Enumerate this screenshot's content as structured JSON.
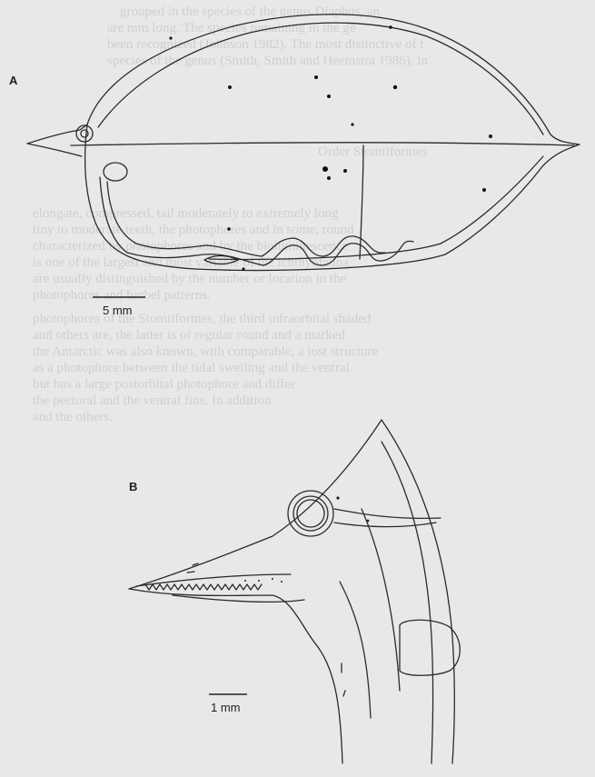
{
  "figure": {
    "panels": [
      {
        "label": "A",
        "scale_bar": "5 mm"
      },
      {
        "label": "B",
        "scale_bar": "1 mm"
      }
    ],
    "show_through_text": [
      "grouped in the species of the genus Diaphus, an",
      "are mm long. The species remaining in the ge",
      "been recognized (Johnson 1982). The most distinctive of t",
      "species of the genus (Smith, Smith and Heemstra 1986), in",
      "Order Stomiiformes",
      "elongate, compressed, tail moderately to extremely long",
      "tiny to moderate teeth, the photophores and in some, round",
      "characterized by photophores and by the bioluminescence",
      "is one of the largest and most variable of the ichthyofauna",
      "are usually distinguished by the number or location in the",
      "photophores and barbel patterns.",
      "photophores of the Stomiiformes, the third infraorbital shaded",
      "and others are, the latter is of regular round and a marked",
      "the Antarctic was also known, with comparable, a lost structure",
      "as a photophore between the tidal swelling and the ventral",
      "but has a large postorbital photophore and differ",
      "the pectoral and the ventral fins. In addition",
      "and the others."
    ]
  }
}
